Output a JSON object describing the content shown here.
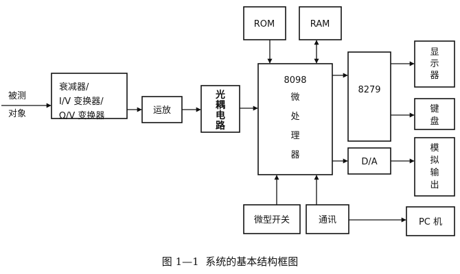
{
  "diagram": {
    "input_label": [
      "被测",
      "对象"
    ],
    "attenuator": [
      "衰减器/",
      "I/V 变换器/",
      "Ω/V 变换器"
    ],
    "amplifier": "运放",
    "optocoupler": [
      "光",
      "耦",
      "电",
      "路"
    ],
    "rom": "ROM",
    "ram": "RAM",
    "cpu_model": "8098",
    "cpu_label": [
      "微",
      "处",
      "理",
      "器"
    ],
    "keyboard_display_chip": "8279",
    "display": [
      "显",
      "示",
      "器"
    ],
    "keyboard": [
      "键",
      "盘"
    ],
    "dac": "D/A",
    "analog_output": [
      "模",
      "拟",
      "输",
      "出"
    ],
    "mode_switch": "微型开关",
    "communication": "通讯",
    "pc": "PC 机"
  },
  "caption": "图 1—1  系统的基本结构框图"
}
